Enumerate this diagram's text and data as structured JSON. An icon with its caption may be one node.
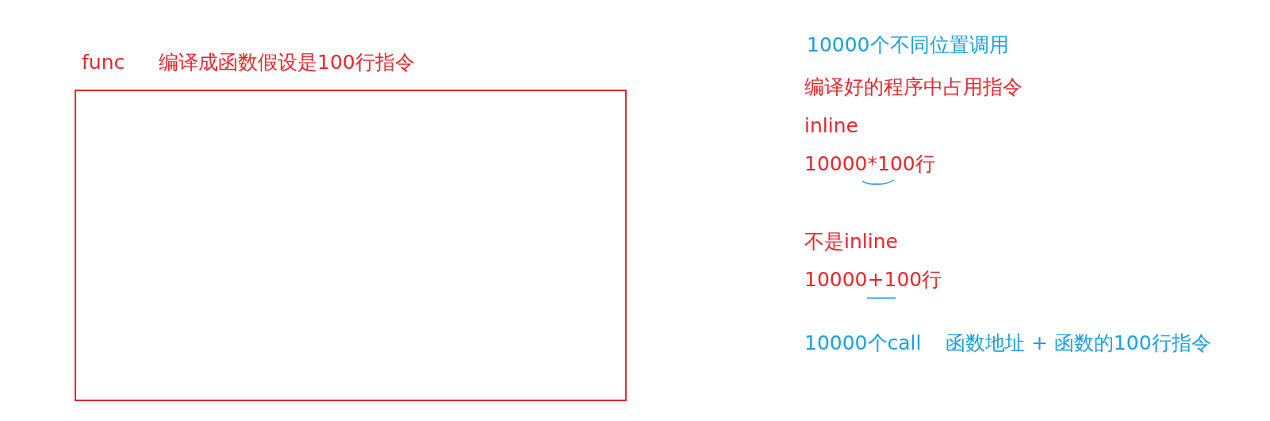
{
  "diagram": {
    "nodes": [
      {
        "text": [
          "func",
          "编译成函数假设是100行指令"
        ]
      }
    ],
    "labels": [
      "10000个不同位置调用",
      "编译好的程序中占用指令",
      "inline",
      "10000*100行",
      "不是inline",
      "10000+100行",
      "10000个call",
      "函数地址 + 函数的100行指令"
    ]
  }
}
